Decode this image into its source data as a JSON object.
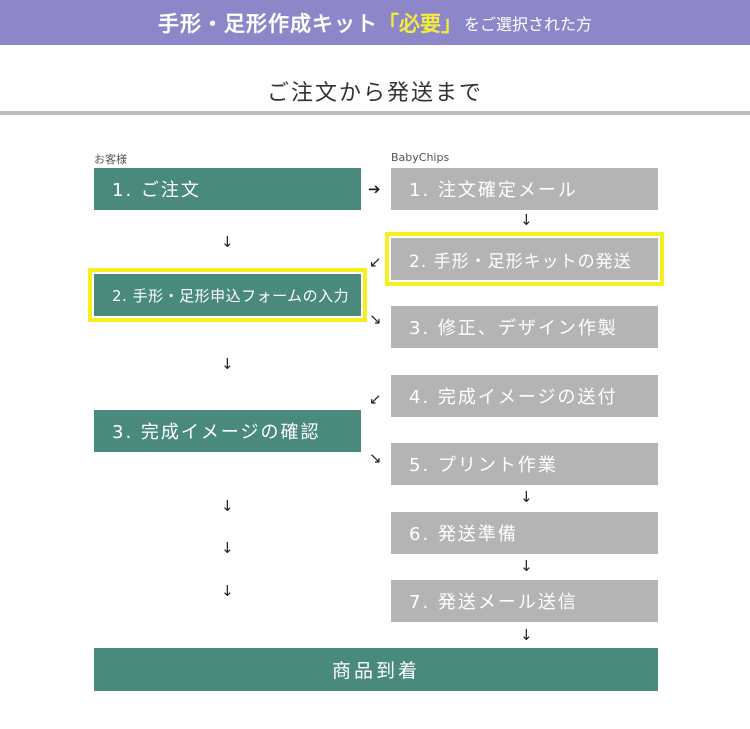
{
  "banner": {
    "part1": "手形・足形作成キット",
    "part2": "「必要」",
    "part3": "をご選択された方"
  },
  "section_title": "ご注文から発送まで",
  "columns": {
    "customer": "お客様",
    "shop": "BabyChips"
  },
  "customer_steps": {
    "s1": "1. ご注文",
    "s2": "2. 手形・足形申込フォームの入力",
    "s3": "3. 完成イメージの確認"
  },
  "shop_steps": {
    "s1": "1. 注文確定メール",
    "s2": "2. 手形・足形キットの発送",
    "s3": "3. 修正、デザイン作製",
    "s4": "4. 完成イメージの送付",
    "s5": "5. プリント作業",
    "s6": "6. 発送準備",
    "s7": "7. 発送メール送信"
  },
  "final_step": "商品到着",
  "arrows": {
    "right": "➔",
    "left": "↙",
    "down": "↓",
    "down_right": "↘"
  },
  "colors": {
    "banner_bg": "#8d87c9",
    "banner_accent": "#f3ea3c",
    "customer_box": "#4a8a7c",
    "shop_box": "#b4b4b4",
    "highlight": "#f5ef1b"
  }
}
